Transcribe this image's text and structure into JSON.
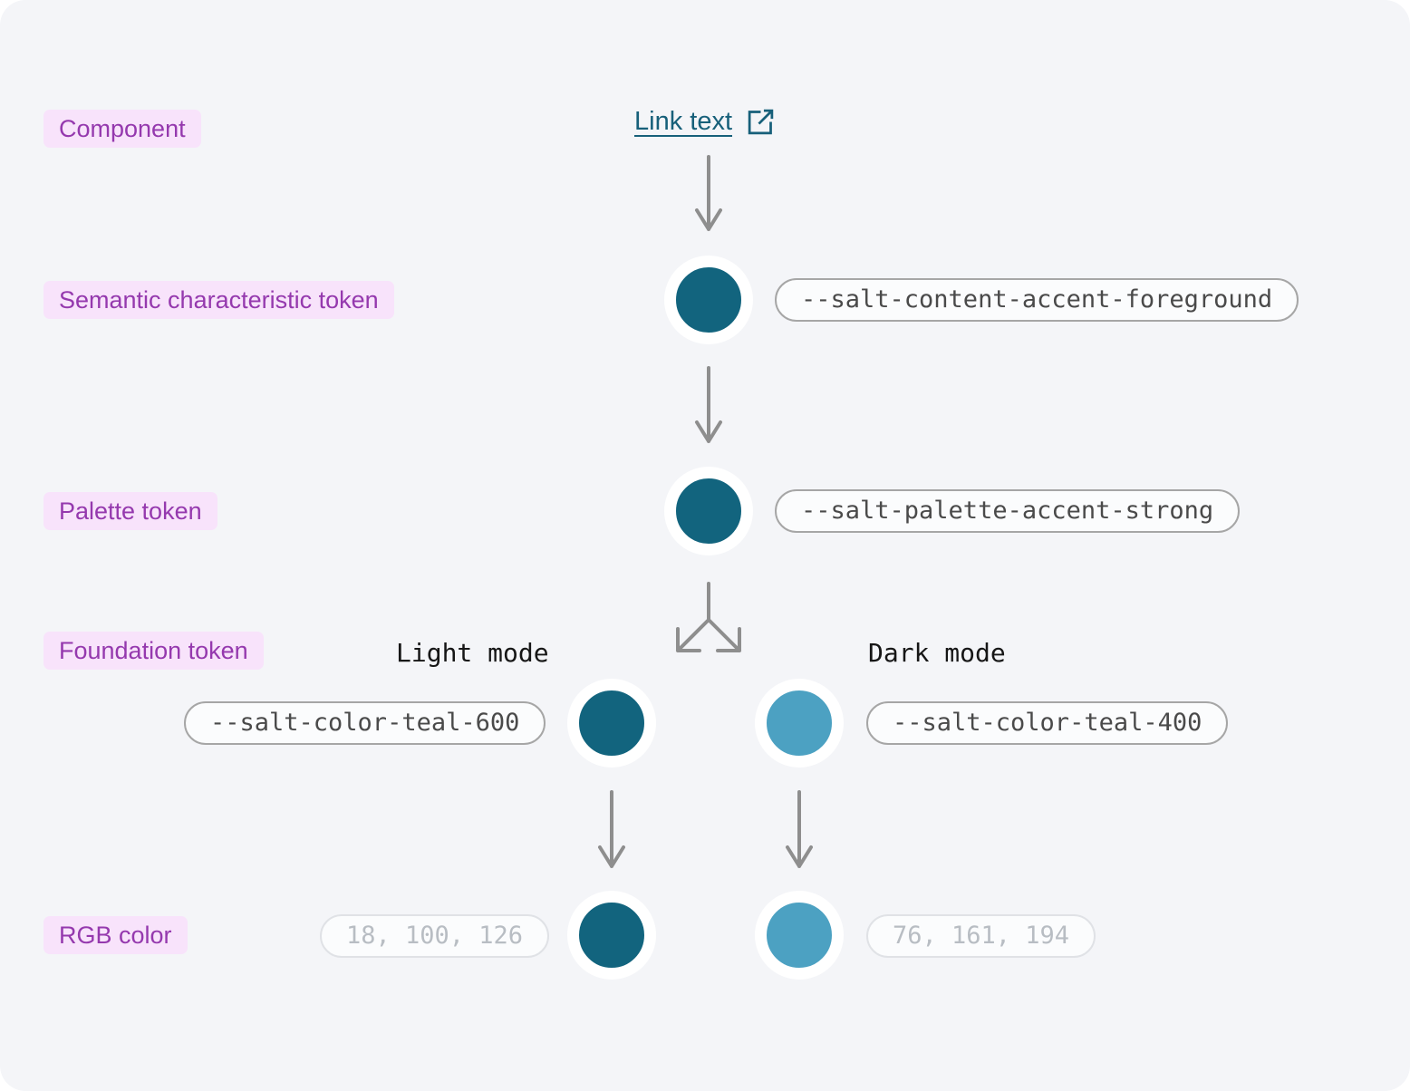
{
  "colors": {
    "canvas_bg": "#F4F5F8",
    "accent_dark": "#12647E",
    "accent_light": "#4CA1C2",
    "chip_bg": "#F8E3FB",
    "chip_text": "#9539AE",
    "link": "#17607A",
    "arrow": "#8E8E8E",
    "pill_border": "#A6A6A6",
    "pill_text": "#4A4A4A",
    "muted_pill_border": "#E0E2E6",
    "muted_pill_text": "#B8BDC3"
  },
  "link": {
    "text": "Link text",
    "icon": "external-link"
  },
  "rows": {
    "component": {
      "chip": "Component"
    },
    "semantic": {
      "chip": "Semantic characteristic token",
      "token": "--salt-content-accent-foreground"
    },
    "palette": {
      "chip": "Palette token",
      "token": "--salt-palette-accent-strong"
    },
    "foundation": {
      "chip": "Foundation token",
      "light_mode_title": "Light mode",
      "dark_mode_title": "Dark mode",
      "light_token": "--salt-color-teal-600",
      "dark_token": "--salt-color-teal-400"
    },
    "rgb": {
      "chip": "RGB color",
      "light_value": "18, 100, 126",
      "dark_value": "76, 161, 194"
    }
  }
}
